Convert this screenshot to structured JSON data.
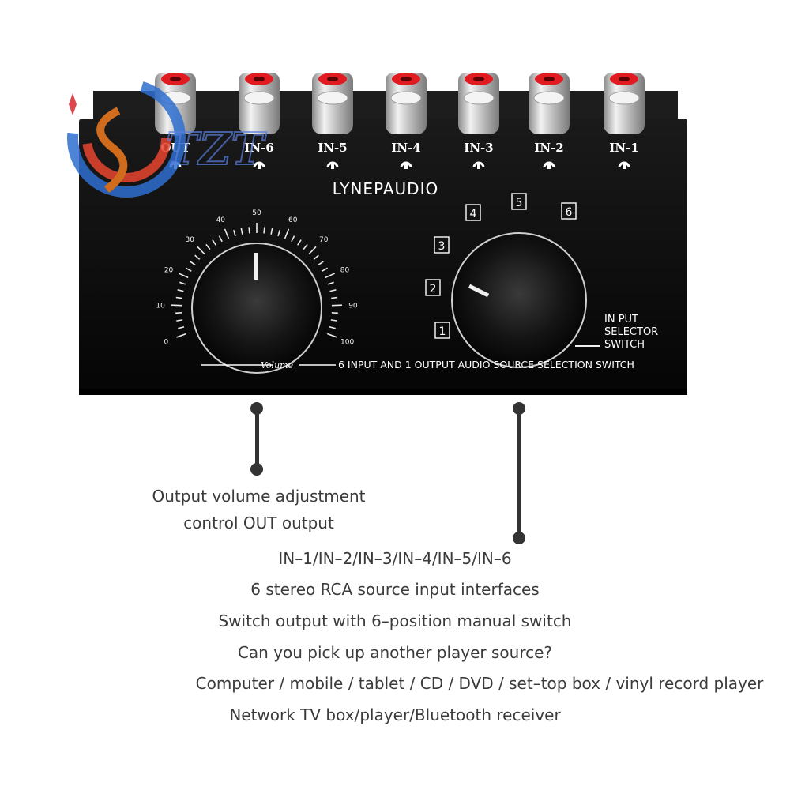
{
  "brand": {
    "name": "LYNEPAUDIO",
    "watermark": "TZT"
  },
  "panel": {
    "inputs": [
      "OUT",
      "IN-6",
      "IN-5",
      "IN-4",
      "IN-3",
      "IN-2",
      "IN-1"
    ],
    "volume_scale": [
      "0",
      "10",
      "20",
      "30",
      "40",
      "50",
      "60",
      "70",
      "80",
      "90",
      "100"
    ],
    "selector_positions": [
      "1",
      "2",
      "3",
      "4",
      "5",
      "6"
    ],
    "selector_label": [
      "IN PUT",
      "SELECTOR",
      "SWITCH"
    ],
    "bottom_text": "6 INPUT AND 1 OUTPUT AUDIO SOURCE SELECTION SWITCH",
    "volume_label": "Volume"
  },
  "callouts": {
    "volume": [
      "Output volume adjustment",
      "control OUT output"
    ],
    "selector": [
      "IN–1/IN–2/IN–3/IN–4/IN–5/IN–6",
      "6 stereo RCA source input interfaces",
      "Switch output with 6–position manual switch",
      "Can you pick up another player source?",
      "Computer / mobile / tablet / CD / DVD / set–top box / vinyl record player",
      "Network TV box/player/Bluetooth receiver"
    ]
  },
  "colors": {
    "body": "#0b0b0b",
    "rca_red": "#e11b22",
    "chrome": "#d9d9d9",
    "text": "#3b3b3b"
  }
}
